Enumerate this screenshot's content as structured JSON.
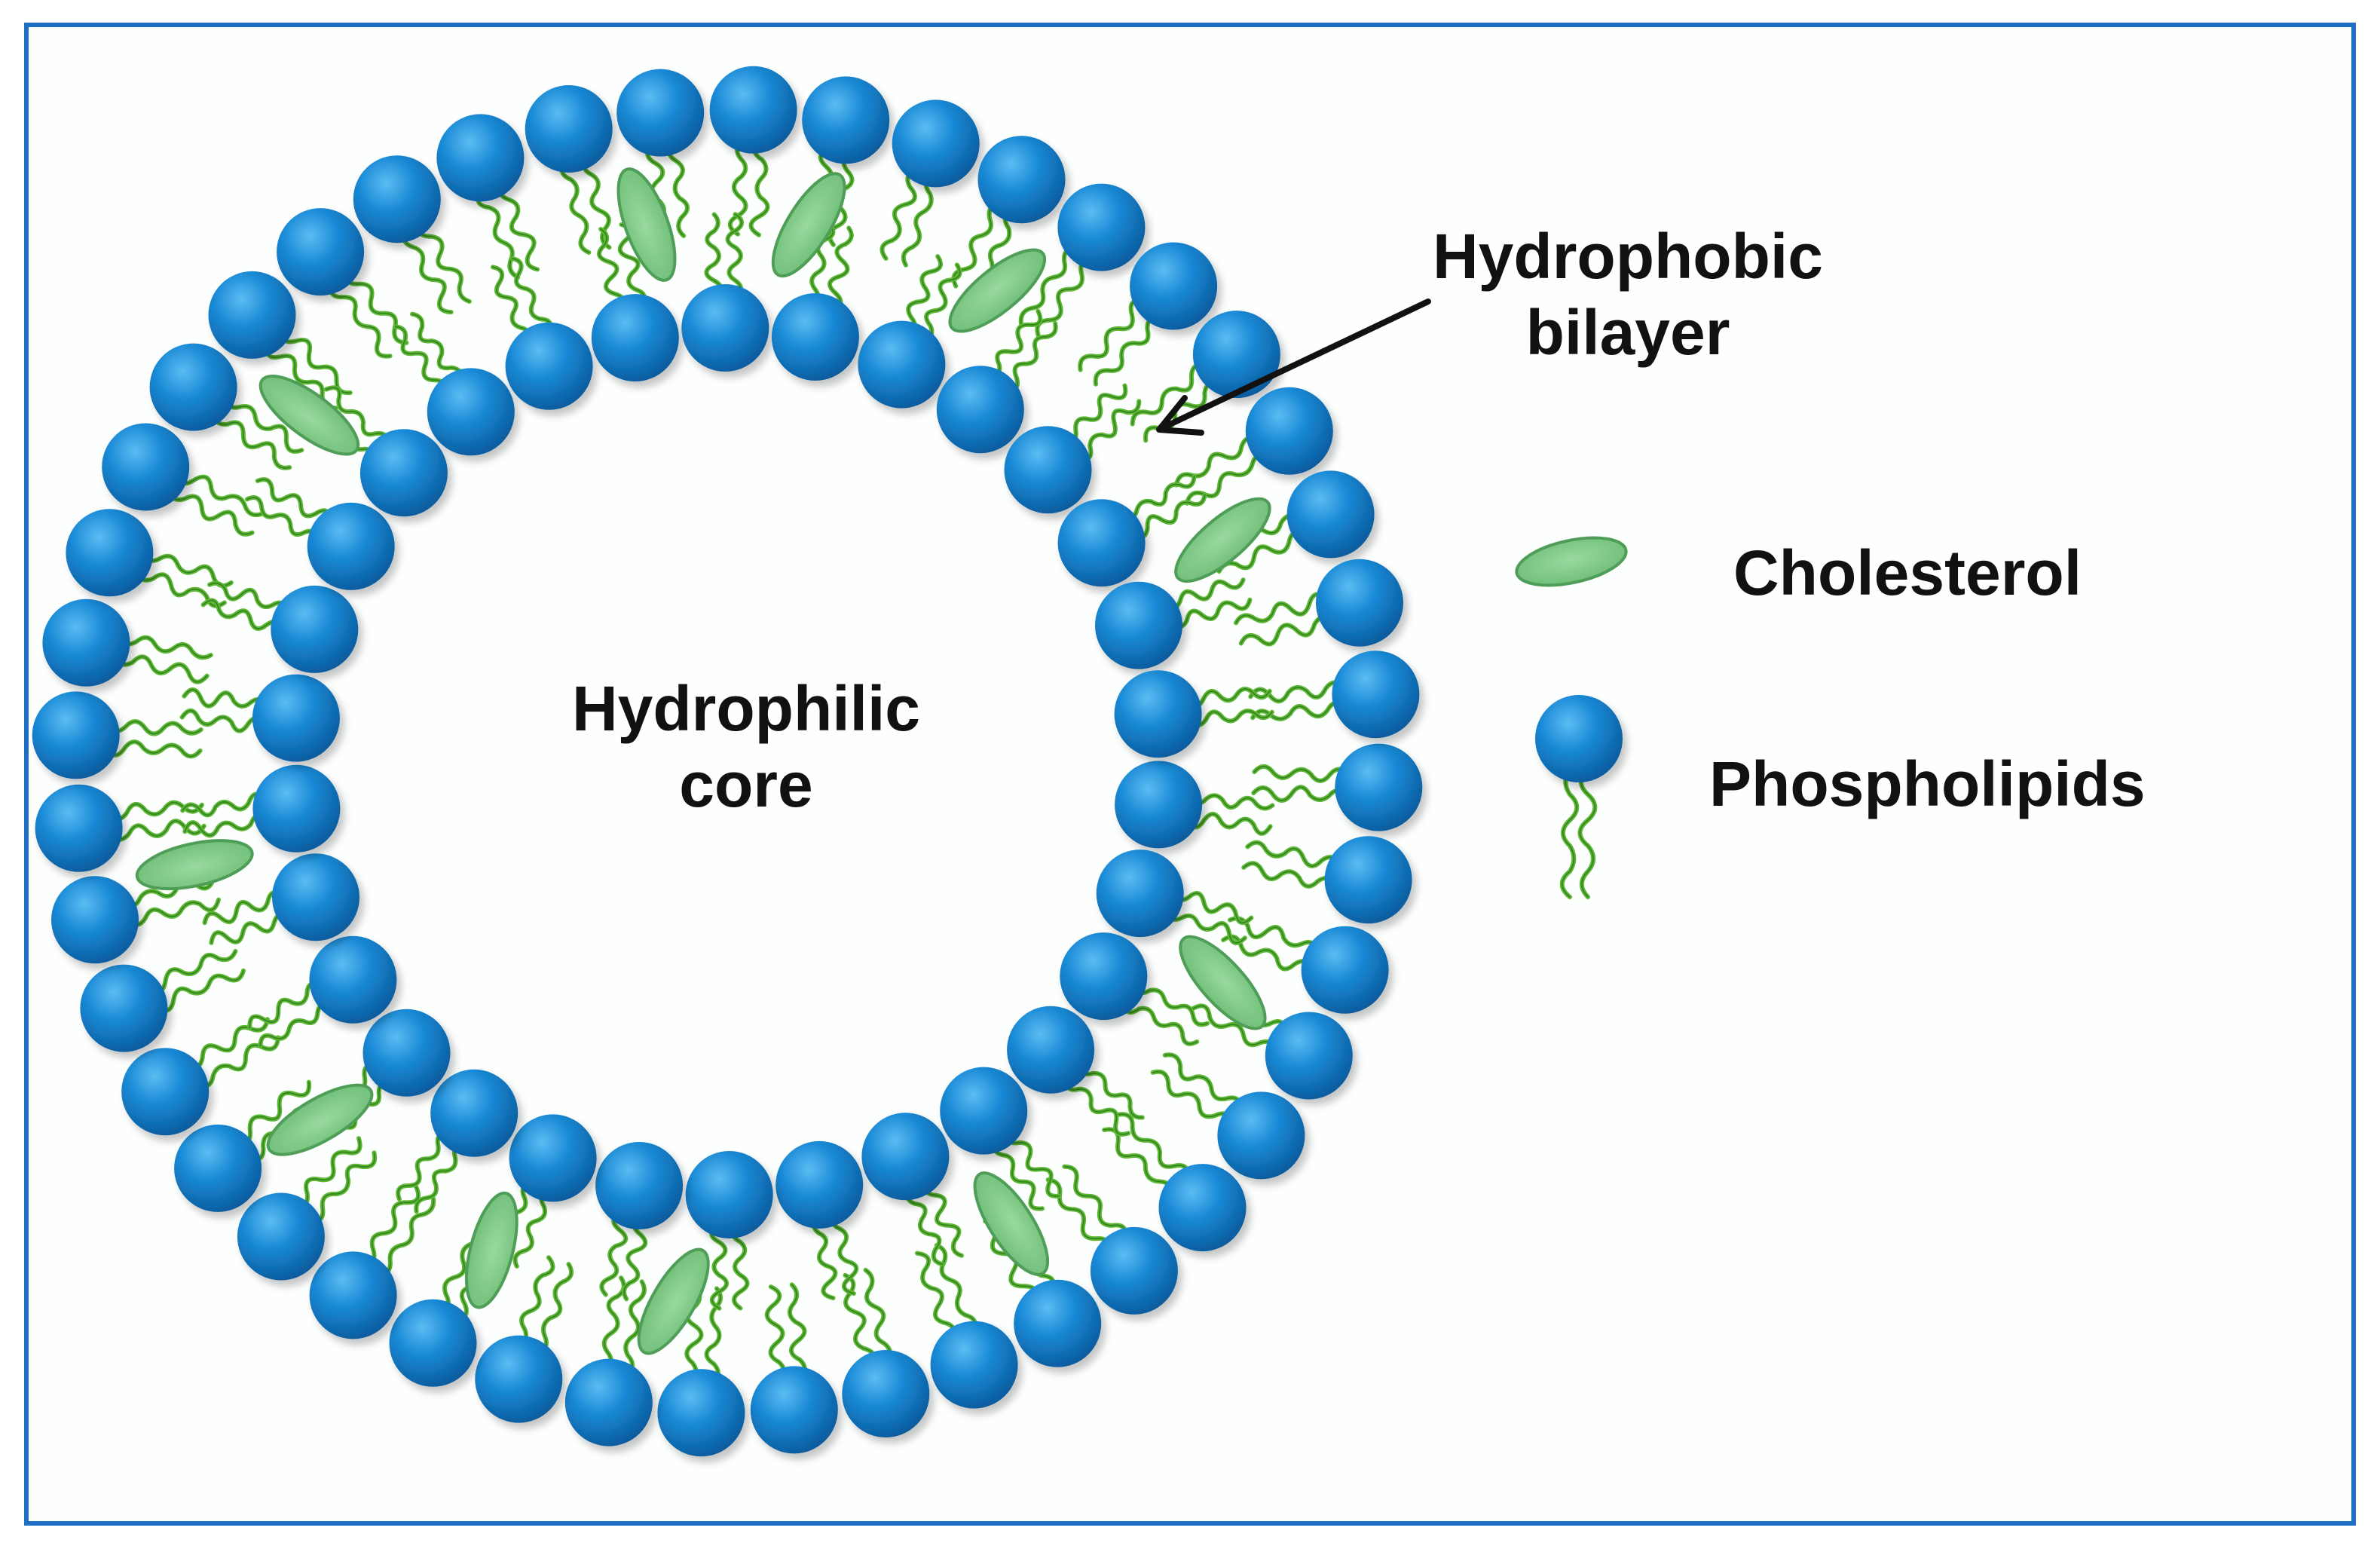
{
  "colors": {
    "frame": "#1d6fc4",
    "phospholipid_head": "#1a8ad6",
    "phospholipid_head_dark": "#0b62a8",
    "phospholipid_head_light": "#4fb3ef",
    "tail": "#5cb835",
    "tail_dark": "#2f7a1c",
    "cholesterol_fill": "#7fca86",
    "cholesterol_stroke": "#4f9e58",
    "arrow": "#111111",
    "text": "#111111"
  },
  "labels": {
    "core_line1": "Hydrophilic",
    "core_line2": "core",
    "bilayer_line1": "Hydrophobic",
    "bilayer_line2": "bilayer"
  },
  "legend": {
    "cholesterol": {
      "icon": "cholesterol-icon",
      "label": "Cholesterol"
    },
    "phospholipid": {
      "icon": "phospholipid-icon",
      "label": "Phospholipids"
    }
  }
}
